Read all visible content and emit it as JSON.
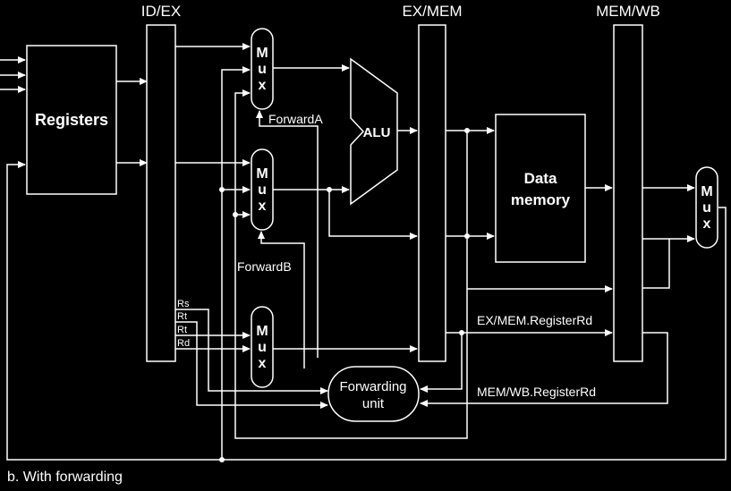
{
  "colors": {
    "background": "#000000",
    "stroke": "#ffffff",
    "text": "#ffffff"
  },
  "pipeline_registers": {
    "id_ex": "ID/EX",
    "ex_mem": "EX/MEM",
    "mem_wb": "MEM/WB"
  },
  "blocks": {
    "registers": "Registers",
    "alu": "ALU",
    "data_memory_line1": "Data",
    "data_memory_line2": "memory",
    "forwarding_unit_line1": "Forwarding",
    "forwarding_unit_line2": "unit"
  },
  "mux_letters": [
    "M",
    "u",
    "x"
  ],
  "signals": {
    "forward_a": "ForwardA",
    "forward_b": "ForwardB",
    "ex_mem_register_rd": "EX/MEM.RegisterRd",
    "mem_wb_register_rd": "MEM/WB.RegisterRd"
  },
  "register_fields": {
    "rs": "Rs",
    "rt1": "Rt",
    "rt2": "Rt",
    "rd": "Rd"
  },
  "caption": "b. With forwarding"
}
